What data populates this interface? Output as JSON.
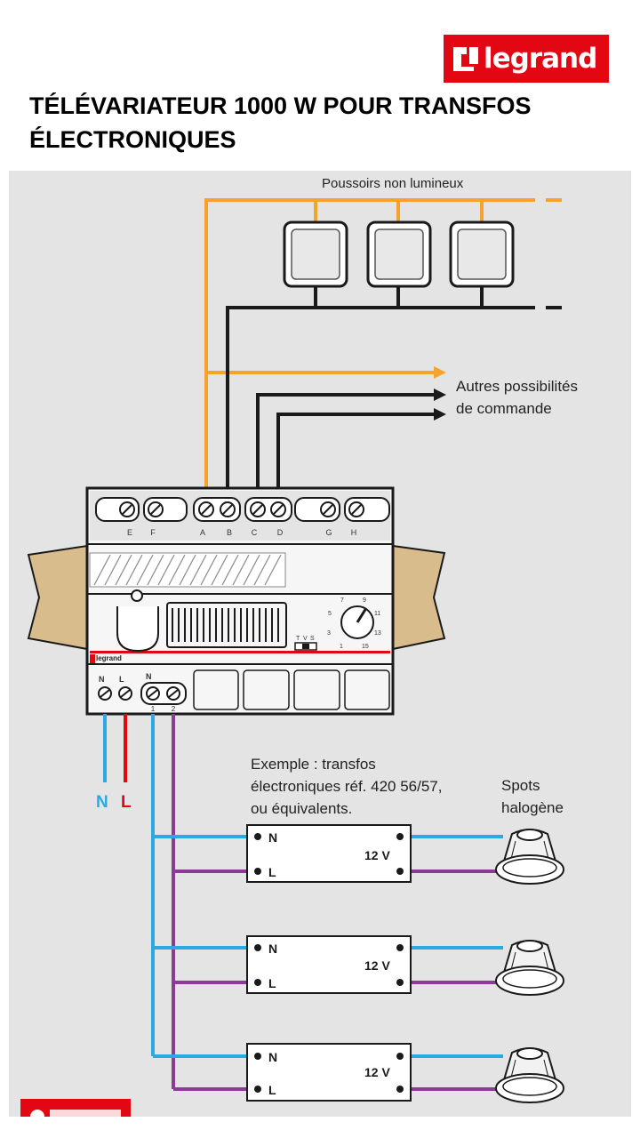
{
  "brand": {
    "name": "legrand",
    "color": "#e30613"
  },
  "title": "TÉLÉVARIATEUR 1000 W POUR TRANSFOS ÉLECTRONIQUES",
  "diagram": {
    "pushbuttons_label": "Poussoirs non lumineux",
    "other_controls_label": [
      "Autres possibilités",
      "de commande"
    ],
    "dimmer": {
      "top_terminals": [
        "E",
        "F",
        "A",
        "B",
        "C",
        "D",
        "G",
        "H"
      ],
      "dial_numbers": [
        "1",
        "3",
        "5",
        "7",
        "9",
        "11",
        "13",
        "15"
      ],
      "switch_labels": [
        "T",
        "V",
        "S"
      ],
      "brand_text": "legrand",
      "bottom_terminals": [
        "N",
        "L",
        "N",
        "1",
        "2"
      ]
    },
    "supply_labels": {
      "neutral": "N",
      "live": "L"
    },
    "example_label": [
      "Exemple : transfos",
      "électroniques réf. 420 56/57,",
      "ou équivalents."
    ],
    "spots_label": [
      "Spots",
      "halogène"
    ],
    "transformers": [
      {
        "n": "N",
        "l": "L",
        "voltage": "12 V"
      },
      {
        "n": "N",
        "l": "L",
        "voltage": "12 V"
      },
      {
        "n": "N",
        "l": "L",
        "voltage": "12 V"
      }
    ],
    "colors": {
      "orange": "#f5a32a",
      "blue": "#29aae2",
      "purple": "#8b3a96",
      "red": "#e30613",
      "black": "#1a1a1a",
      "rail": "#d9bc8c"
    }
  }
}
